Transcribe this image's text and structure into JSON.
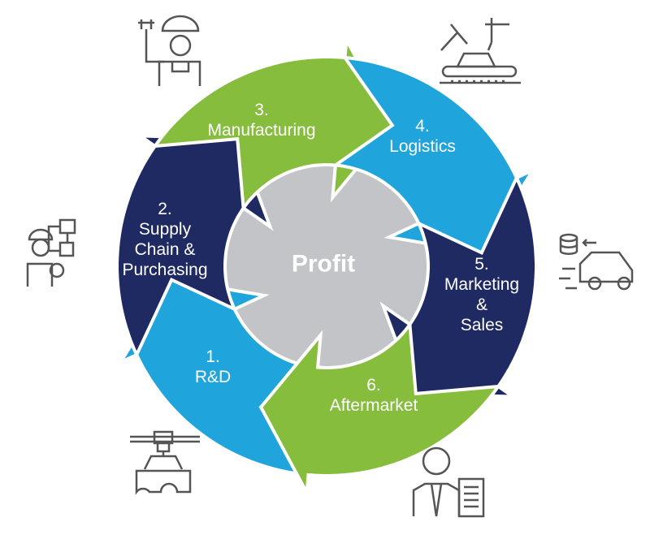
{
  "center": {
    "label": "Profit",
    "color": "#c3c4c8"
  },
  "stages": [
    {
      "number": "1.",
      "lines": [
        "R&D"
      ],
      "color": "#1fa4db",
      "icon": "car-design-icon"
    },
    {
      "number": "2.",
      "lines": [
        "Supply",
        "Chain &",
        "Purchasing"
      ],
      "color": "#1f2a63",
      "icon": "engineer-flowchart-icon"
    },
    {
      "number": "3.",
      "lines": [
        "Manufacturing"
      ],
      "color": "#86bd3d",
      "icon": "mechanic-worker-icon"
    },
    {
      "number": "4.",
      "lines": [
        "Logistics"
      ],
      "color": "#1fa4db",
      "icon": "robotic-assembly-icon"
    },
    {
      "number": "5.",
      "lines": [
        "Marketing",
        "&",
        "Sales"
      ],
      "color": "#1f2a63",
      "icon": "money-car-icon"
    },
    {
      "number": "6.",
      "lines": [
        "Aftermarket"
      ],
      "color": "#86bd3d",
      "icon": "service-agent-icon"
    }
  ]
}
